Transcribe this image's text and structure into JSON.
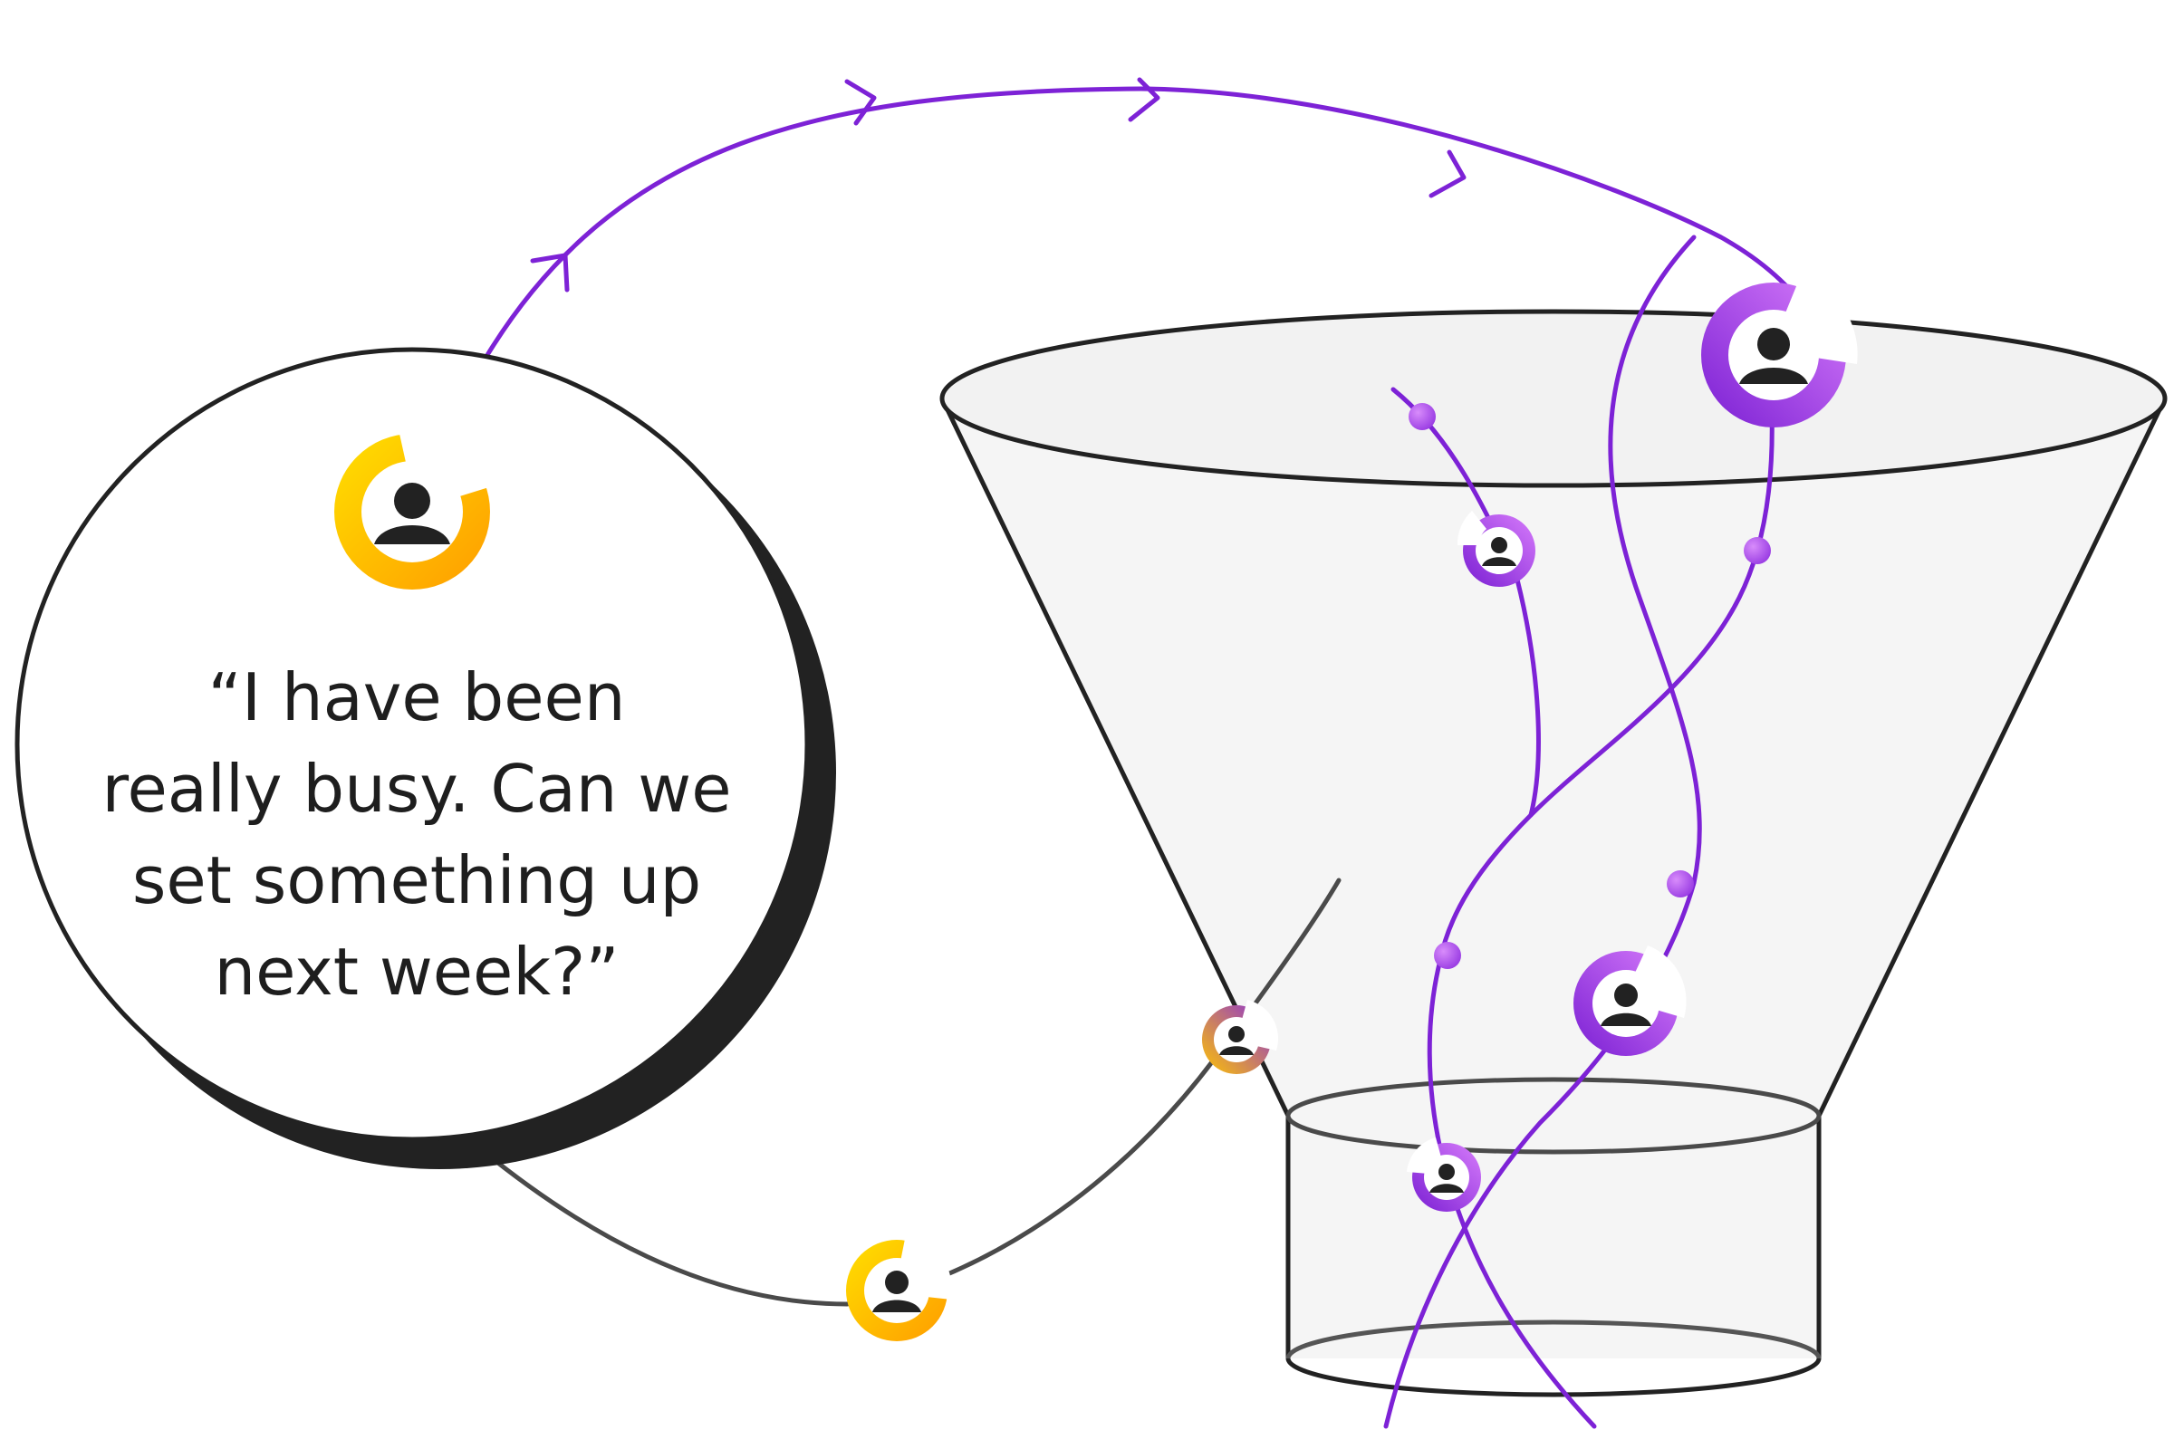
{
  "quote": {
    "lines": [
      "“I have been",
      "really busy.  Can we",
      "set something up",
      "next week?”"
    ]
  },
  "icons": {
    "speaker": "user-avatar-icon",
    "lead": "user-avatar-icon"
  },
  "colors": {
    "purple": "#7d22d6",
    "purple_light": "#c86cf5",
    "yellow": "#ffd400",
    "orange": "#ffa000",
    "outline": "#222222",
    "gray_line": "#4a4a4a",
    "funnel_fill": "#f4f4f4"
  }
}
